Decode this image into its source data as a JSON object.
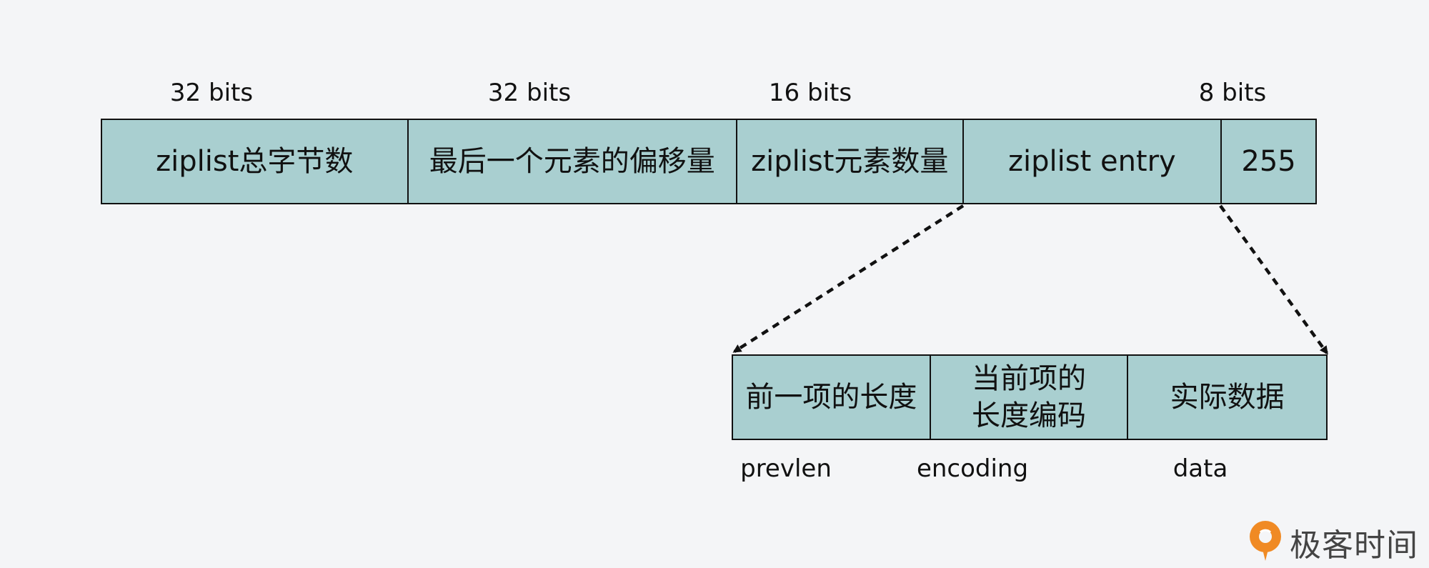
{
  "ziplist": {
    "bit_labels": [
      "32 bits",
      "32 bits",
      "16 bits",
      "8 bits"
    ],
    "fields": [
      "ziplist总字节数",
      "最后一个元素的偏移量",
      "ziplist元素数量",
      "ziplist entry",
      "255"
    ]
  },
  "entry": {
    "fields": [
      {
        "lines": [
          "前一项的长度"
        ]
      },
      {
        "lines": [
          "当前项的",
          "长度编码"
        ]
      },
      {
        "lines": [
          "实际数据"
        ]
      }
    ],
    "names": [
      "prevlen",
      "encoding",
      "data"
    ]
  },
  "colors": {
    "box_fill": "#a9cfd0",
    "border": "#111111",
    "background": "#f4f5f7",
    "logo_orange": "#f08a24"
  },
  "logo": {
    "text": "极客时间",
    "icon": "geektime-logo-icon"
  }
}
